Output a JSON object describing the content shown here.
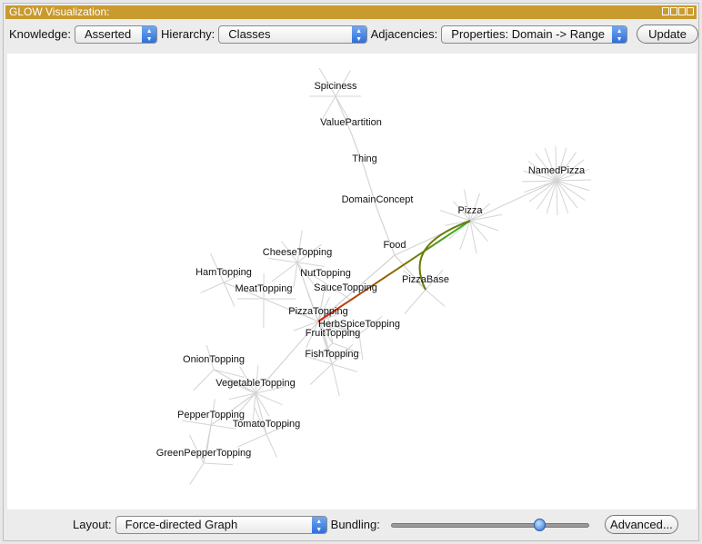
{
  "window": {
    "title": "GLOW Visualization:"
  },
  "top_toolbar": {
    "knowledge_label": "Knowledge:",
    "knowledge_value": "Asserted",
    "hierarchy_label": "Hierarchy:",
    "hierarchy_value": "Classes",
    "adjacencies_label": "Adjacencies:",
    "adjacencies_value": "Properties: Domain -> Range",
    "update_label": "Update"
  },
  "graph": {
    "nodes": [
      "Spiciness",
      "ValuePartition",
      "Thing",
      "DomainConcept",
      "Pizza",
      "NamedPizza",
      "Food",
      "PizzaBase",
      "CheeseTopping",
      "HamTopping",
      "NutTopping",
      "MeatTopping",
      "SauceTopping",
      "PizzaTopping",
      "HerbSpiceTopping",
      "FruitTopping",
      "FishTopping",
      "OnionTopping",
      "VegetableTopping",
      "PepperTopping",
      "TomatoTopping",
      "GreenPepperTopping"
    ],
    "highlighted_edges": [
      [
        "Pizza",
        "PizzaTopping"
      ],
      [
        "Pizza",
        "PizzaBase"
      ]
    ],
    "colors": {
      "edge": "#d4d4d4",
      "start": "#e02010",
      "end": "#2db82d"
    }
  },
  "bottom_toolbar": {
    "layout_label": "Layout:",
    "layout_value": "Force-directed Graph",
    "bundling_label": "Bundling:",
    "bundling_value": 0.75,
    "advanced_label": "Advanced..."
  }
}
